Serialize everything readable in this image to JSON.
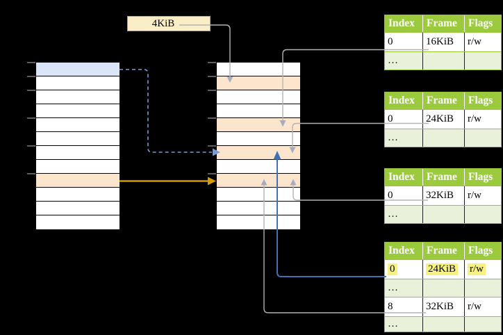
{
  "page_size_label": {
    "text": "4KiB"
  },
  "page_tables": [
    {
      "title": "page-table-1",
      "headers": [
        "Index",
        "Frame",
        "Flags"
      ],
      "rows": [
        {
          "cells": [
            "0",
            "16KiB",
            "r/w"
          ],
          "highlighted": false
        },
        {
          "cells": [
            "…",
            "",
            ""
          ],
          "highlighted": false
        }
      ]
    },
    {
      "title": "page-table-2",
      "headers": [
        "Index",
        "Frame",
        "Flags"
      ],
      "rows": [
        {
          "cells": [
            "0",
            "24KiB",
            "r/w"
          ],
          "highlighted": false
        },
        {
          "cells": [
            "…",
            "",
            ""
          ],
          "highlighted": false
        }
      ]
    },
    {
      "title": "page-table-3",
      "headers": [
        "Index",
        "Frame",
        "Flags"
      ],
      "rows": [
        {
          "cells": [
            "0",
            "32KiB",
            "r/w"
          ],
          "highlighted": false
        },
        {
          "cells": [
            "…",
            "",
            ""
          ],
          "highlighted": false
        }
      ]
    },
    {
      "title": "page-table-4",
      "headers": [
        "Index",
        "Frame",
        "Flags"
      ],
      "rows": [
        {
          "cells": [
            "0",
            "24KiB",
            "r/w"
          ],
          "highlighted": true
        },
        {
          "cells": [
            "…",
            "",
            ""
          ],
          "highlighted": false
        },
        {
          "cells": [
            "8",
            "32KiB",
            "r/w"
          ],
          "highlighted": false
        },
        {
          "cells": [
            "…",
            "",
            ""
          ],
          "highlighted": false
        }
      ]
    }
  ],
  "memory_columns": {
    "left": {
      "rows": [
        "blue",
        "white",
        "white",
        "white",
        "white",
        "white",
        "white",
        "white",
        "peach",
        "white",
        "white",
        "white"
      ],
      "tick_count": 6
    },
    "middle": {
      "rows": [
        "white",
        "peach",
        "white",
        "white",
        "peach",
        "white",
        "peach",
        "white",
        "peach",
        "white",
        "white",
        "white"
      ],
      "tick_count": 6
    }
  },
  "colors": {
    "background": "#000000",
    "table_header_green": "#9BCA3D",
    "table_alt_row_green": "#EAF1DB",
    "table_border_green": "#96C437",
    "highlight_yellow": "#F7F17D",
    "mapped_row_peach": "#FCE5CD",
    "mapped_row_blue": "#DAE6F7",
    "label_cream": "#FBEDC6",
    "orange_arrow": "#D79B00",
    "solid_blue_arrow": "#4170B4",
    "dashed_blue_arrow": "#7C9CD0",
    "gray_connector": "#B4B4B4"
  }
}
